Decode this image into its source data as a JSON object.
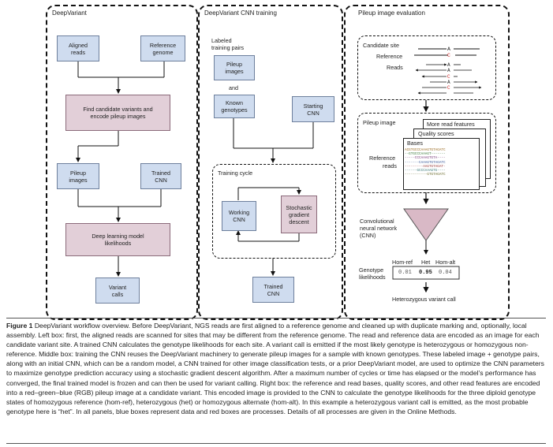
{
  "panels": {
    "left_title": "DeepVariant",
    "middle_title": "DeepVariant CNN training",
    "right_title": "Pileup image evaluation"
  },
  "left": {
    "aligned_reads": "Aligned\nreads",
    "reference_genome": "Reference\ngenome",
    "find_candidates": "Find candidate variants and\nencode pileup images",
    "pileup_images": "Pileup\nimages",
    "trained_cnn": "Trained\nCNN",
    "likelihoods": "Deep learning model\nlikelihoods",
    "variant_calls": "Variant\ncalls"
  },
  "middle": {
    "labeled_pairs": "Labeled\ntraining pairs",
    "pileup_images": "Pileup\nimages",
    "and": "and",
    "known_genotypes": "Known\ngenotypes",
    "starting_cnn": "Starting\nCNN",
    "training_cycle": "Training cycle",
    "working_cnn": "Working\nCNN",
    "sgd": "Stochastic\ngradient\ndescent",
    "trained_cnn": "Trained\nCNN"
  },
  "right": {
    "candidate_site": "Candidate site",
    "reference": "Reference",
    "reads": "Reads",
    "ref_letters": [
      "A",
      "C"
    ],
    "read_letters": [
      "A",
      "A",
      "C",
      "A",
      "C"
    ],
    "pileup_image": "Pileup image",
    "more_read_features": "More read features",
    "quality_scores": "Quality scores",
    "bases": "Bases",
    "reference_label": "Reference",
    "reads_label": "reads",
    "seq_lines": [
      "ACGTGCCCAAAGTGTAGATC",
      "--GTGCCCAAAGT-------",
      "-----CCCAAAGTGTA----",
      "-------CAAAGTGTAGATC",
      "---------AAGTGTAGAT-",
      "------GCCCAAAGTG----",
      "-----------GTGTAGATC"
    ],
    "conv_net": "Convolutional\nneural network\n(CNN)",
    "genotype_likelihoods": "Genotype\nlikelihoods",
    "hom_ref": "Hom-ref",
    "het": "Het",
    "hom_alt": "Hom-alt",
    "val_ref": "0.01",
    "val_het": "0.95",
    "val_alt": "0.04",
    "result": "Heterozygous variant call"
  },
  "caption": {
    "label": "Figure 1",
    "text": "DeepVariant workflow overview. Before DeepVariant, NGS reads are first aligned to a reference genome and cleaned up with duplicate marking and, optionally, local assembly. Left box: first, the aligned reads are scanned for sites that may be different from the reference genome. The read and reference data are encoded as an image for each candidate variant site. A trained CNN calculates the genotype likelihoods for each site. A variant call is emitted if the most likely genotype is heterozygous or homozygous non-reference. Middle box: training the CNN reuses the DeepVariant machinery to generate pileup images for a sample with known genotypes. These labeled image + genotype pairs, along with an initial CNN, which can be a random model, a CNN trained for other image classification tests, or a prior DeepVariant model, are used to optimize the CNN parameters to maximize genotype prediction accuracy using a stochastic gradient descent algorithm. After a maximum number of cycles or time has elapsed or the model’s performance has converged, the final trained model is frozen and can then be used for variant calling. Right box: the reference and read bases, quality scores, and other read features are encoded into a red–green–blue (RGB) pileup image at a candidate variant. This encoded image is provided to the CNN to calculate the genotype likelihoods for the three diploid genotype states of homozygous reference (hom-ref), heterozygous (het) or homozygous alternate (hom-alt). In this example a heterozygous variant call is emitted, as the most probable genotype here is “het”. In all panels, blue boxes represent data and red boxes are processes. Details of all processes are given in the Online Methods."
  },
  "colors": {
    "data_box": "#cfdcef",
    "process_box": "#e2cfd8",
    "funnel": "#d9b9c6",
    "snp": "#cc2222"
  }
}
